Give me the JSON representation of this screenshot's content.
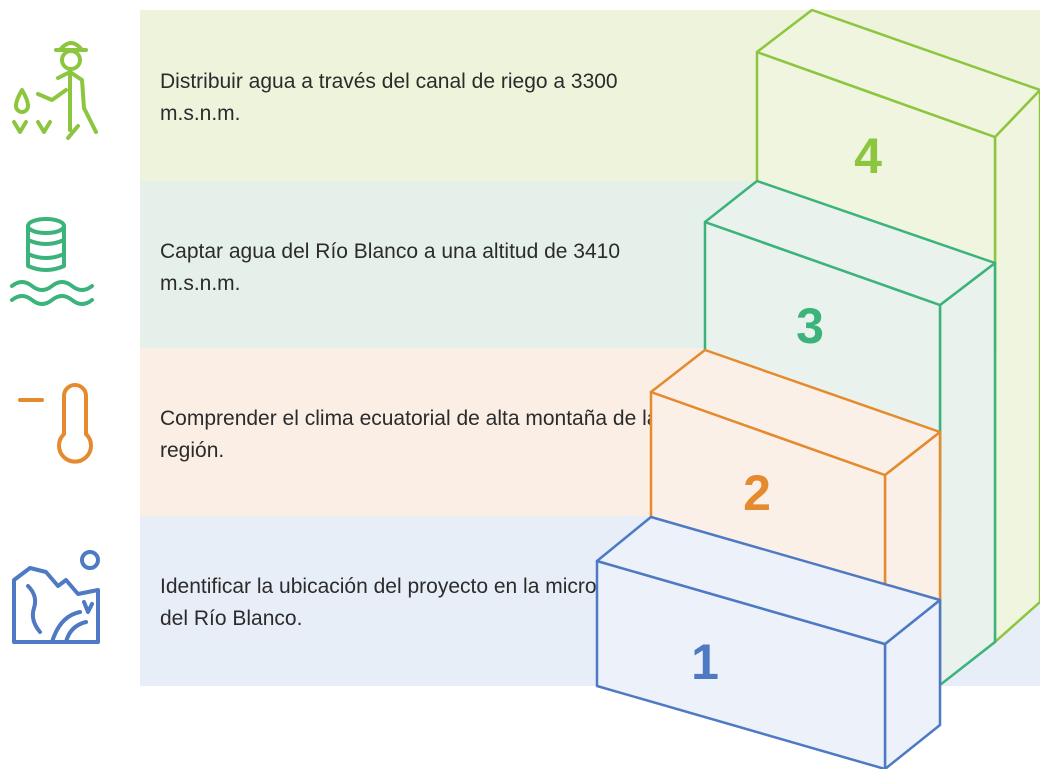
{
  "steps": [
    {
      "number": "1",
      "text": "Identificar la ubicación del proyecto en la microcuenca del Río Blanco.",
      "icon": "map-icon",
      "color": "#4e79c3",
      "fill": "#edf2fa"
    },
    {
      "number": "2",
      "text": "Comprender el clima ecuatorial de alta montaña de la región.",
      "icon": "thermometer-icon",
      "color": "#e58a2e",
      "fill": "#fbf0e7"
    },
    {
      "number": "3",
      "text": "Captar agua del Río Blanco a una altitud de 3410 m.s.n.m.",
      "icon": "water-storage-icon",
      "color": "#3bb37a",
      "fill": "#e9f2ec"
    },
    {
      "number": "4",
      "text": "Distribuir agua a través del canal de riego a 3300 m.s.n.m.",
      "icon": "farmer-irrigation-icon",
      "color": "#8cc63f",
      "fill": "#f0f5df"
    }
  ]
}
